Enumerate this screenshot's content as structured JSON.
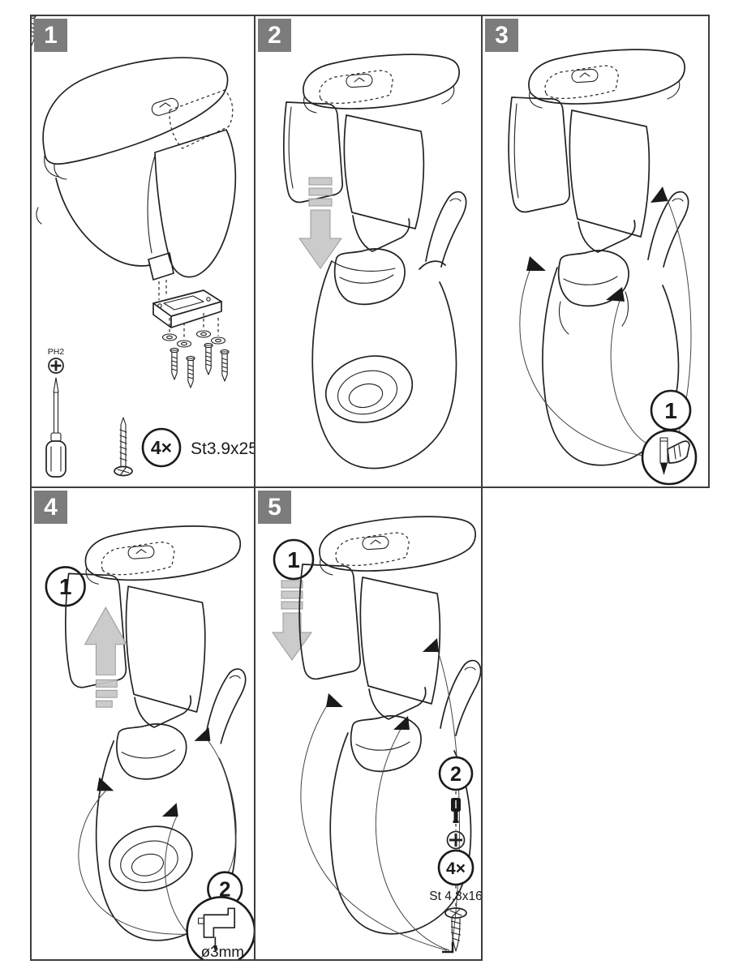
{
  "document": {
    "type": "armrest installation instructions",
    "line_color": "#222222",
    "panel_border_color": "#3d3d3d",
    "step_box_color": "#7c7c7c",
    "step_number_color": "#ffffff",
    "arrow_gray": "#c7c7c7"
  },
  "panels": [
    {
      "step": "1",
      "tool_bit_label": "PH2",
      "quantity_label": "4×",
      "screw_spec_label": "St3.9x25",
      "parts": [
        "armrest",
        "mounting bracket",
        "4 washers",
        "4 screws",
        "PH2 screwdriver"
      ]
    },
    {
      "step": "2",
      "action": "slide armrest down onto console mount"
    },
    {
      "step": "3",
      "callout_mark": "1",
      "action": "mark fixing points"
    },
    {
      "step": "4",
      "callout_lift": "1",
      "callout_drill": "2",
      "drill_diameter_label": "ø3mm",
      "action": "lift armrest off, drill 3 mm holes"
    },
    {
      "step": "5",
      "callout_fit": "1",
      "callout_screw": "2",
      "quantity_label": "4×",
      "screw_spec_label": "St 4,8x16",
      "action": "refit armrest and fasten with screws"
    }
  ]
}
